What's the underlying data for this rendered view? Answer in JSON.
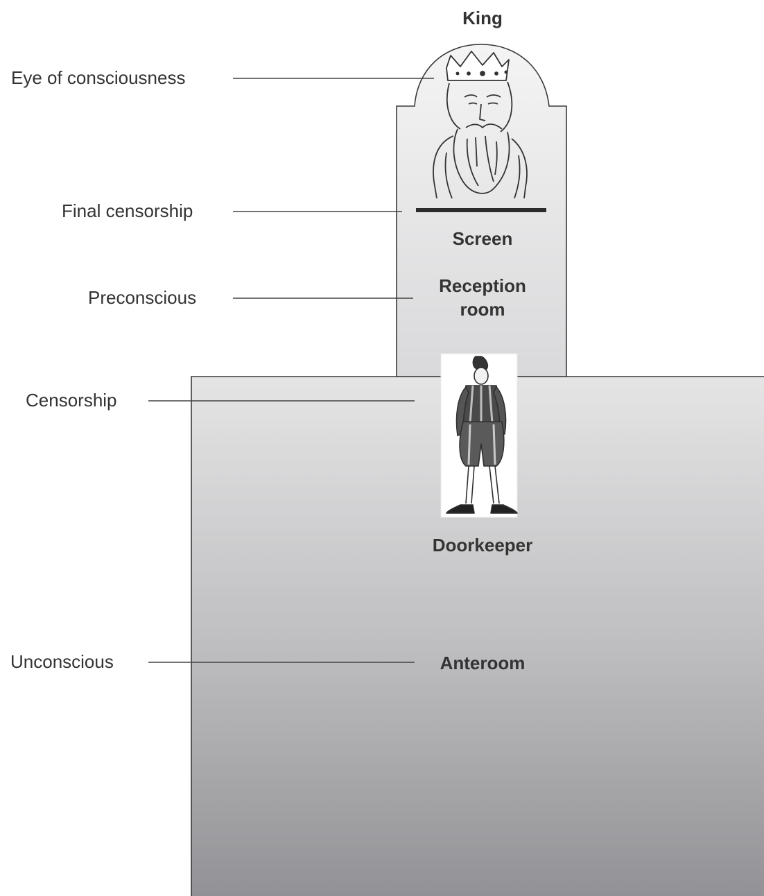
{
  "rooms": {
    "king": "King",
    "screen": "Screen",
    "reception_room": "Reception\nroom",
    "doorkeeper": "Doorkeeper",
    "anteroom": "Anteroom"
  },
  "levels": {
    "eye_of_consciousness": "Eye of consciousness",
    "final_censorship": "Final censorship",
    "preconscious": "Preconscious",
    "censorship": "Censorship",
    "unconscious": "Unconscious"
  },
  "colors": {
    "outline": "#3a3a3a",
    "leader_line": "#444444",
    "screen_bar": "#2b2b2b",
    "anteroom_top": "#e4e4e5",
    "anteroom_bottom": "#929296",
    "tower_top": "#f3f3f3",
    "tower_bottom": "#d8d8da"
  },
  "icons": {
    "king": "king-figure-icon",
    "doorkeeper": "doorkeeper-figure-icon"
  }
}
